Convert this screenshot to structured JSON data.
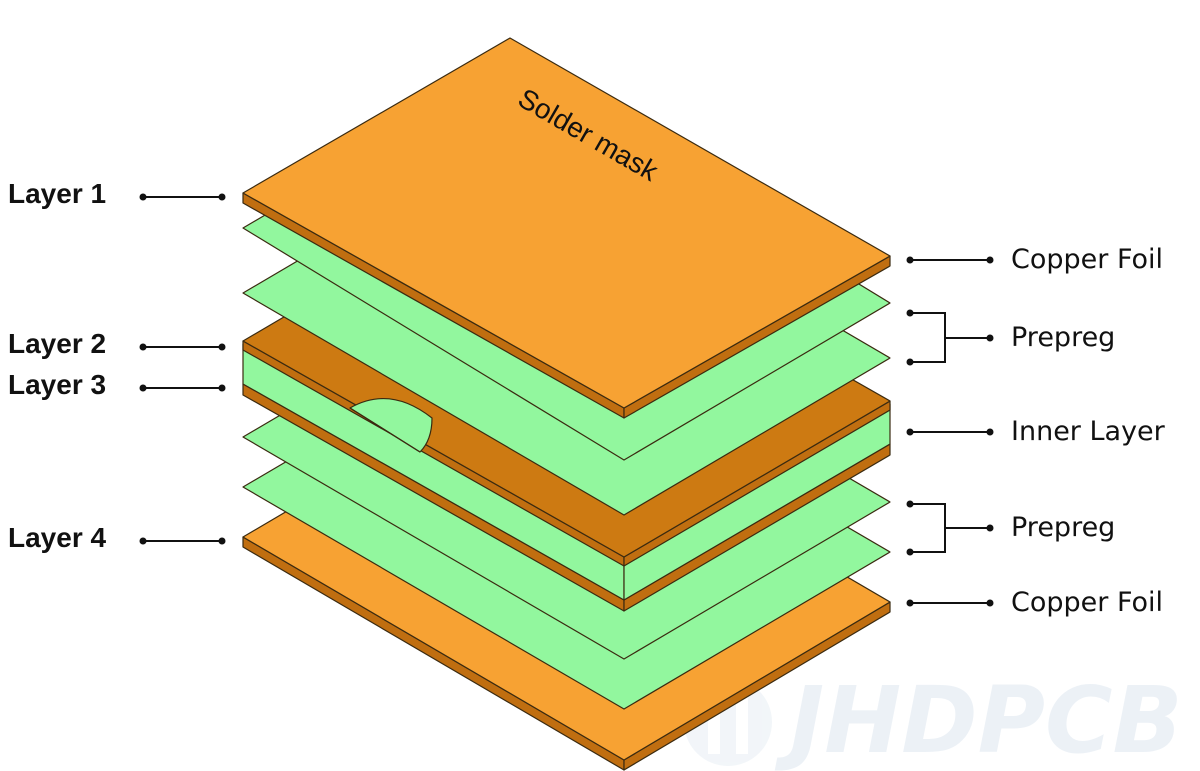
{
  "diagram": {
    "solder_mask_label": "Solder mask",
    "left_labels": [
      "Layer 1",
      "Layer 2",
      "Layer 3",
      "Layer 4"
    ],
    "right_labels": {
      "copper_foil_top": "Copper Foil",
      "prepreg_top": "Prepreg",
      "inner_layer": "Inner Layer",
      "prepreg_bottom": "Prepreg",
      "copper_foil_bottom": "Copper Foil"
    },
    "colors": {
      "solder_mask_orange": "#F7A233",
      "copper_side": "#C06E10",
      "copper_inner": "#CD7A12",
      "prepreg_green": "#92F79E",
      "outline": "#3a2a10"
    },
    "watermark": "JHDPCB"
  }
}
